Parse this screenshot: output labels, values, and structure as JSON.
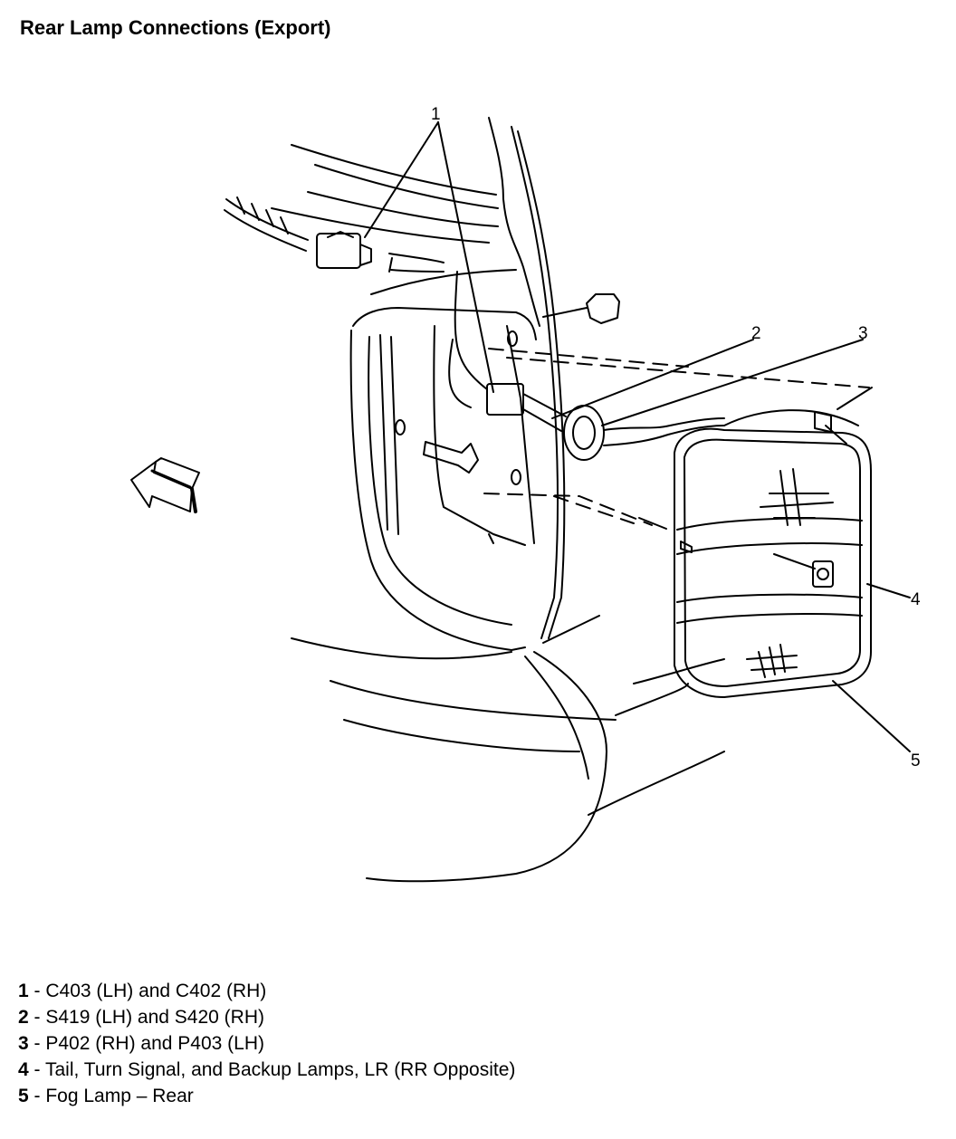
{
  "title": "Rear Lamp Connections (Export)",
  "callouts": [
    "1",
    "2",
    "3",
    "4",
    "5"
  ],
  "legend": [
    {
      "num": "1",
      "sep": " - ",
      "text": "C403 (LH) and C402 (RH)"
    },
    {
      "num": "2",
      "sep": " - ",
      "text": "S419 (LH) and S420 (RH)"
    },
    {
      "num": "3",
      "sep": " - ",
      "text": "P402 (RH) and P403 (LH)"
    },
    {
      "num": "4",
      "sep": " - ",
      "text": "Tail, Turn Signal, and Backup Lamps, LR (RR Opposite)"
    },
    {
      "num": "5",
      "sep": " - ",
      "text": "Fog Lamp – Rear"
    }
  ],
  "colors": {
    "line": "#000000",
    "background": "#ffffff"
  }
}
